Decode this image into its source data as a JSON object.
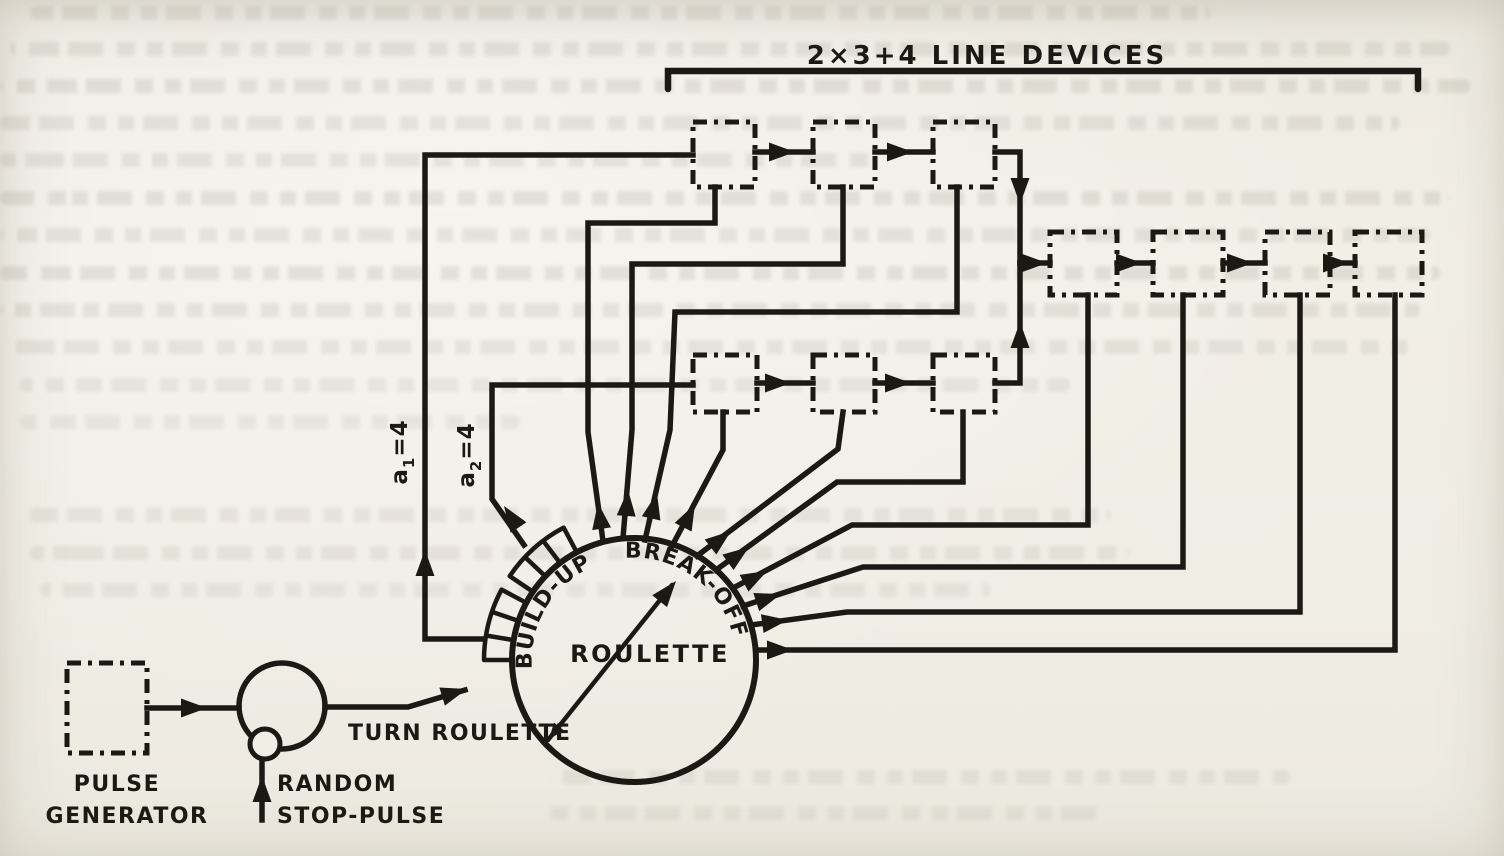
{
  "figure": {
    "bracket_label": "2×3+4 LINE DEVICES",
    "line_device_groups": [
      {
        "position": "top-row",
        "count": 3
      },
      {
        "position": "middle-row",
        "count": 3
      },
      {
        "position": "right-row",
        "count": 4
      }
    ]
  },
  "roulette": {
    "label": "ROULETTE",
    "build_up_label": "BUILD-UP",
    "break_off_label": "BREAK-OFF"
  },
  "annotations": {
    "a1_base": "a",
    "a1_sub": "1",
    "a1_eq": "=4",
    "a2_base": "a",
    "a2_sub": "2",
    "a2_eq": "=4",
    "turn_roulette": "TURN ROULETTE",
    "pulse_line1": "PULSE",
    "pulse_line2": "GENERATOR",
    "random_line1": "RANDOM",
    "random_line2": "STOP-PULSE"
  },
  "palette": {
    "paper": "#f0ede5",
    "ink": "#1c1915"
  }
}
